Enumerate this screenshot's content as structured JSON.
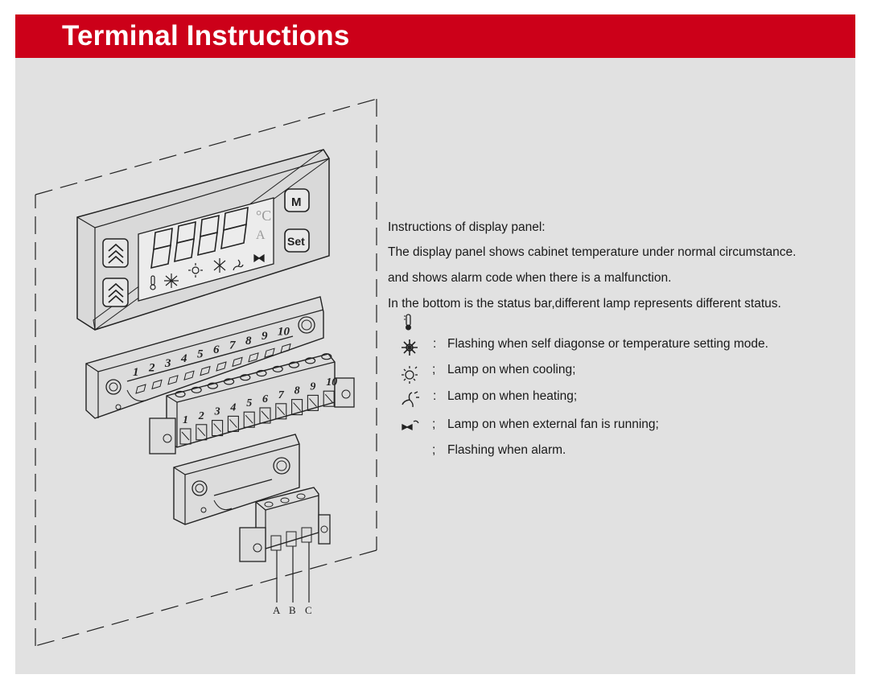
{
  "header": {
    "title": "Terminal Instructions",
    "color": "#cc0019"
  },
  "diagram": {
    "display_unit_c": "°C",
    "display_unit_a": "A",
    "button_m": "M",
    "button_set": "Set",
    "upper_terminal_numbers": [
      "1",
      "2",
      "3",
      "4",
      "5",
      "6",
      "7",
      "8",
      "9",
      "10"
    ],
    "plug_terminal_numbers": [
      "1",
      "2",
      "3",
      "4",
      "5",
      "6",
      "7",
      "8",
      "9",
      "10"
    ],
    "lower_terminal_labels": [
      "A",
      "B",
      "C"
    ],
    "status_icons": [
      "thermometer-icon",
      "snowflake-icon",
      "sun-icon",
      "defrost-icon",
      "fan-icon",
      "alarm-icon"
    ]
  },
  "instructions": {
    "heading": "Instructions of display panel:",
    "line1": "The display panel shows cabinet temperature under normal circumstance.",
    "line2": "and shows alarm code when there is a malfunction.",
    "line3": "In the bottom is the status bar,different lamp represents different status."
  },
  "legend": [
    {
      "icon": "snowflake-icon",
      "text": "Flashing when self diagonse or temperature setting mode."
    },
    {
      "icon": "sun-icon",
      "text": "Lamp on when cooling;"
    },
    {
      "icon": "fan-icon",
      "text": "Lamp on when heating;"
    },
    {
      "icon": "external-fan-icon",
      "text": "Lamp on when external fan is running;"
    },
    {
      "icon": "",
      "text": "Flashing when alarm."
    }
  ]
}
